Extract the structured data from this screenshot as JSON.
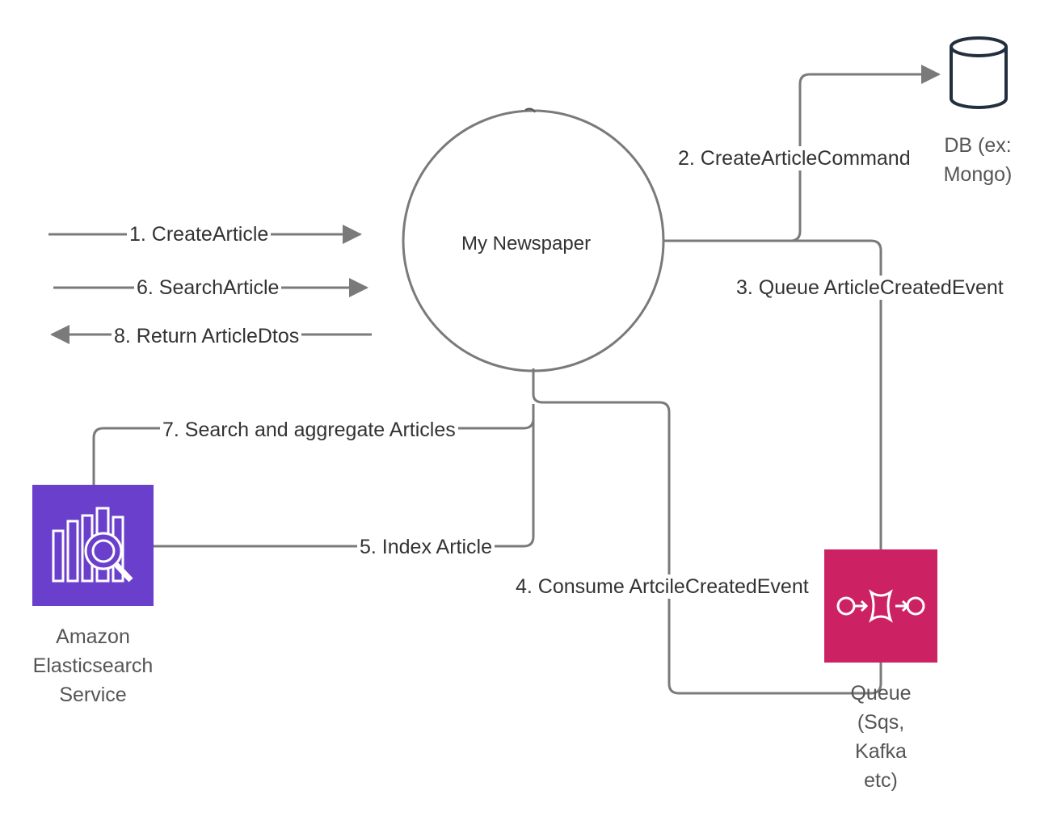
{
  "nodes": {
    "newspaper": {
      "label": "My Newspaper"
    },
    "db": {
      "label_line1": "DB (ex:",
      "label_line2": "Mongo)",
      "icon": "database-cylinder-icon"
    },
    "elasticsearch": {
      "label_line1": "Amazon",
      "label_line2": "Elasticsearch",
      "label_line3": "Service",
      "icon": "elasticsearch-icon",
      "color": "#6a3fcc"
    },
    "queue": {
      "label_line1": "Queue",
      "label_line2": "(Sqs,",
      "label_line3": "Kafka",
      "label_line4": "etc)",
      "icon": "queue-icon",
      "color": "#cc2264"
    }
  },
  "edges": {
    "e1": "1. CreateArticle",
    "e2": "2. CreateArticleCommand",
    "e3": "3. Queue ArticleCreatedEvent",
    "e4": "4. Consume ArtcileCreatedEvent",
    "e5": "5. Index Article",
    "e6": "6. SearchArticle",
    "e7": "7. Search and aggregate Articles",
    "e8": "8. Return ArticleDtos"
  },
  "colors": {
    "line": "#7a7a7a",
    "text": "#333333"
  }
}
